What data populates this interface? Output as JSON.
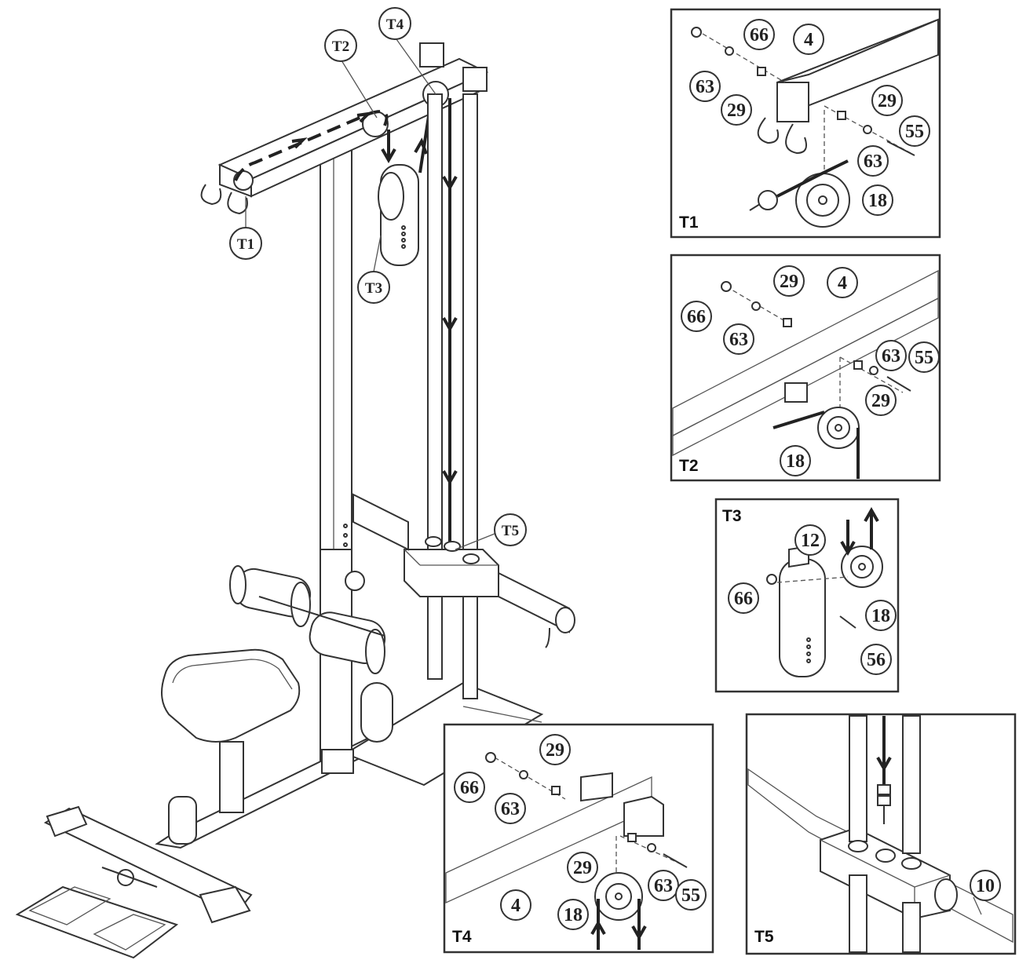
{
  "callouts": {
    "T1": "T1",
    "T2": "T2",
    "T3": "T3",
    "T4": "T4",
    "T5": "T5"
  },
  "panels": {
    "t1": {
      "tag": "T1",
      "parts": {
        "p66": "66",
        "p4": "4",
        "p63a": "63",
        "p29a": "29",
        "p29b": "29",
        "p55": "55",
        "p63b": "63",
        "p18": "18"
      }
    },
    "t2": {
      "tag": "T2",
      "parts": {
        "p29a": "29",
        "p4": "4",
        "p66": "66",
        "p63a": "63",
        "p63b": "63",
        "p55": "55",
        "p29b": "29",
        "p18": "18"
      }
    },
    "t3": {
      "tag": "T3",
      "parts": {
        "p12": "12",
        "p66": "66",
        "p18": "18",
        "p56": "56"
      }
    },
    "t4": {
      "tag": "T4",
      "parts": {
        "p66": "66",
        "p29a": "29",
        "p63a": "63",
        "p29b": "29",
        "p63b": "63",
        "p55": "55",
        "p4": "4",
        "p18": "18"
      }
    },
    "t5": {
      "tag": "T5",
      "parts": {
        "p10": "10"
      }
    }
  },
  "colors": {
    "line": "#333333",
    "background": "#ffffff"
  }
}
